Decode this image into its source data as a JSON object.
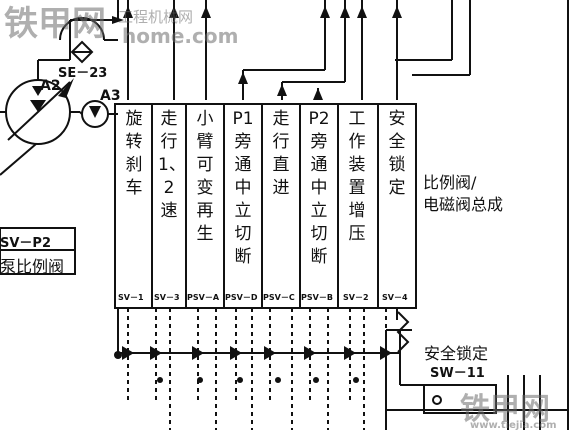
{
  "watermark": {
    "top_brand": "铁甲网",
    "top_sub": "工程机械网",
    "top_url": "home.com",
    "bottom_brand": "铁甲网",
    "bottom_url": "www.tiejia.com"
  },
  "labels": {
    "a2": "A2",
    "se23": "SE－23",
    "a3": "A3",
    "sv_p2": "SV－P2",
    "pump_valve": "泵比例阀",
    "group": "比例阀/\n电磁阀总成",
    "safety_lock": "安全锁定",
    "sw11": "SW－11"
  },
  "columns": [
    {
      "text": "旋转刹车",
      "code": "SV－1"
    },
    {
      "text": "走行1、2速",
      "code": "SV－3"
    },
    {
      "text": "小臂可变再生",
      "code": "PSV－A"
    },
    {
      "text": "P1旁通中立切断",
      "code": "PSV－D"
    },
    {
      "text": "走行直进",
      "code": "PSV－C"
    },
    {
      "text": "P2旁通中立切断",
      "code": "PSV－B"
    },
    {
      "text": "工作装置增压",
      "code": "SV－2"
    },
    {
      "text": "安全锁定",
      "code": "SV－4"
    }
  ],
  "colors": {
    "line": "#111111",
    "watermark": "#7a7a7a"
  }
}
